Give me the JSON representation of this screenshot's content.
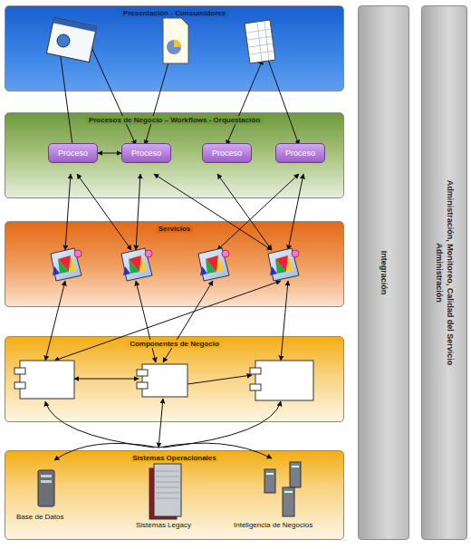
{
  "diagram": {
    "nodes": [
      {
        "text": [
          "Presentación - Consumidores"
        ]
      },
      {
        "text": [
          "Procesos de Negocio – Workflows - Orquestación"
        ]
      },
      {
        "text": [
          "Proceso"
        ],
        "in": 1
      },
      {
        "text": [
          "Proceso"
        ],
        "in": 1
      },
      {
        "text": [
          "Proceso"
        ],
        "in": 1
      },
      {
        "text": [
          "Proceso"
        ],
        "in": 1
      },
      {
        "text": [
          "Servicios"
        ]
      },
      {
        "text": [
          "Componentes de Negocio"
        ]
      },
      {
        "text": [
          "Sistemas Operacionales"
        ]
      },
      {
        "text": [
          "Integración"
        ]
      },
      {
        "text": [
          "Administración, Monitoreo, Calidad del Servicio Administración"
        ]
      }
    ],
    "edges": [
      {
        "from": 2,
        "to": 3,
        "arrow": "both"
      }
    ],
    "labels": [
      "Base de Datos",
      "Sistemas Legacy",
      "Inteligencia de Negocios"
    ]
  }
}
